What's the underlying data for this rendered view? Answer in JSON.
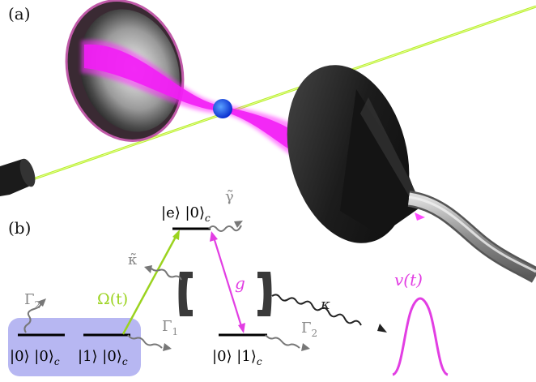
{
  "panels": {
    "a_label": "(a)",
    "b_label": "(b)"
  },
  "levels": {
    "excited": "|e⟩ |0⟩",
    "excited_sub": "c",
    "ground_left": "|0⟩ |0⟩",
    "ground_left_sub": "c",
    "ground_mid": "|1⟩ |0⟩",
    "ground_mid_sub": "c",
    "ground_right": "|0⟩ |1⟩",
    "ground_right_sub": "c"
  },
  "transitions": {
    "omega": "Ω(t)",
    "g": "g",
    "kappa": "κ",
    "kappa_tilde": "κ̃",
    "gamma_tilde": "γ̃",
    "gamma1": "Γ",
    "gamma1_sub": "1",
    "gamma2_left": "Γ",
    "gamma2_left_sub": "2",
    "gamma2_right": "Γ",
    "gamma2_right_sub": "2"
  },
  "pulse": {
    "label": "v(t)"
  },
  "colors": {
    "magenta": "#e23ee3",
    "green": "#9bd31f",
    "lavender": "#b7b7f2",
    "gray": "#7a7a7a",
    "dark": "#2a2a2a"
  }
}
